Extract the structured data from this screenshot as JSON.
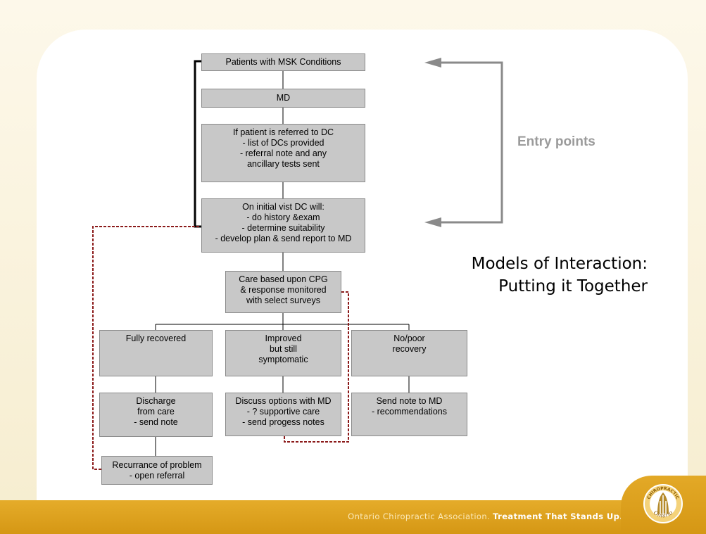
{
  "boxes": {
    "msk": "Patients with MSK Conditions",
    "md": "MD",
    "referred": "If patient is referred to DC\n- list of DCs provided\n- referral note and any\nancillary tests sent",
    "initial": "On initial vist DC will:\n- do history &exam\n- determine suitability\n- develop plan & send report to MD",
    "care": "Care based upon CPG\n& response monitored\nwith select surveys",
    "fully": "Fully recovered",
    "improved": "Improved\nbut still\nsymptomatic",
    "nopoor": "No/poor\nrecovery",
    "discharge": "Discharge\nfrom care\n- send note",
    "discuss": "Discuss options with MD\n- ? supportive care\n- send progess notes",
    "sendnote": "Send note to MD\n- recommendations",
    "recurrance": "Recurrance of problem\n- open referral"
  },
  "entry_points_label": "Entry points",
  "slide_title": {
    "line1": "Models of Interaction:",
    "line2": "Putting it Together"
  },
  "footer": {
    "tagline": "Ontario Chiropractic Association.",
    "slogan": "Treatment That Stands Up."
  },
  "logo": {
    "text_top": "CHIROPRACTIC",
    "text_bottom": "Ontario"
  },
  "colors": {
    "box_fill": "#c8c8c8",
    "connector": "#000000",
    "dashed_connector": "#8b1a1a",
    "entry_arrows": "#8a8a8a",
    "footer": "#d99f1c"
  }
}
